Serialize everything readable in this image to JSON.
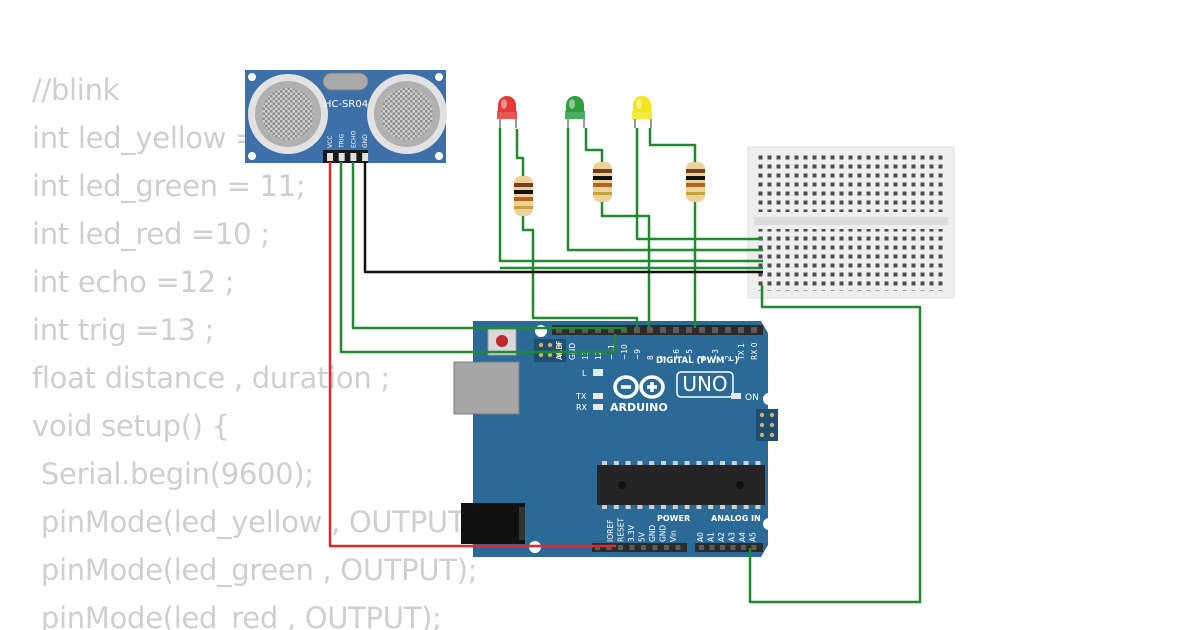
{
  "code_lines": [
    "//blink",
    "int led_yellow = 9;",
    "int led_green = 11;",
    "int led_red =10 ;",
    "int echo =12 ;",
    "int trig =13 ;",
    "float distance , duration ;",
    "void setup() {",
    " Serial.begin(9600);",
    " pinMode(led_yellow , OUTPUT);",
    " pinMode(led_green , OUTPUT);",
    " pinMode(led_red , OUTPUT);"
  ],
  "sensor": {
    "label": "HC-SR04",
    "pins": [
      "VCC",
      "TRIG",
      "ECHO",
      "GND"
    ]
  },
  "leds": [
    {
      "name": "red",
      "color": "#e53935"
    },
    {
      "name": "green",
      "color": "#2e9e3f"
    },
    {
      "name": "yellow",
      "color": "#f2e61b"
    }
  ],
  "board": {
    "brand": "ARDUINO",
    "model": "UNO",
    "digital_label": "DIGITAL (PWM ~)",
    "on_label": "ON",
    "led_l": "L",
    "led_tx": "TX",
    "led_rx": "RX",
    "power_label": "POWER",
    "analog_label": "ANALOG IN",
    "top_pin_labels": [
      "AREF",
      "GND",
      "13",
      "12",
      "~11",
      "~10",
      "~9",
      "8",
      "7",
      "~6",
      "~5",
      "4",
      "~3",
      "2",
      "TX 1",
      "RX 0"
    ],
    "power_pin_labels": [
      "IOREF",
      "RESET",
      "3.3V",
      "5V",
      "GND",
      "GND",
      "Vin"
    ],
    "analog_pin_labels": [
      "A0",
      "A1",
      "A2",
      "A3",
      "A4",
      "A5"
    ]
  },
  "colors": {
    "board_blue": "#2b6a96",
    "wire_green": "#1f8a2e",
    "wire_red": "#e02a2a",
    "wire_black": "#111111",
    "sensor_blue": "#3d6fa8"
  }
}
